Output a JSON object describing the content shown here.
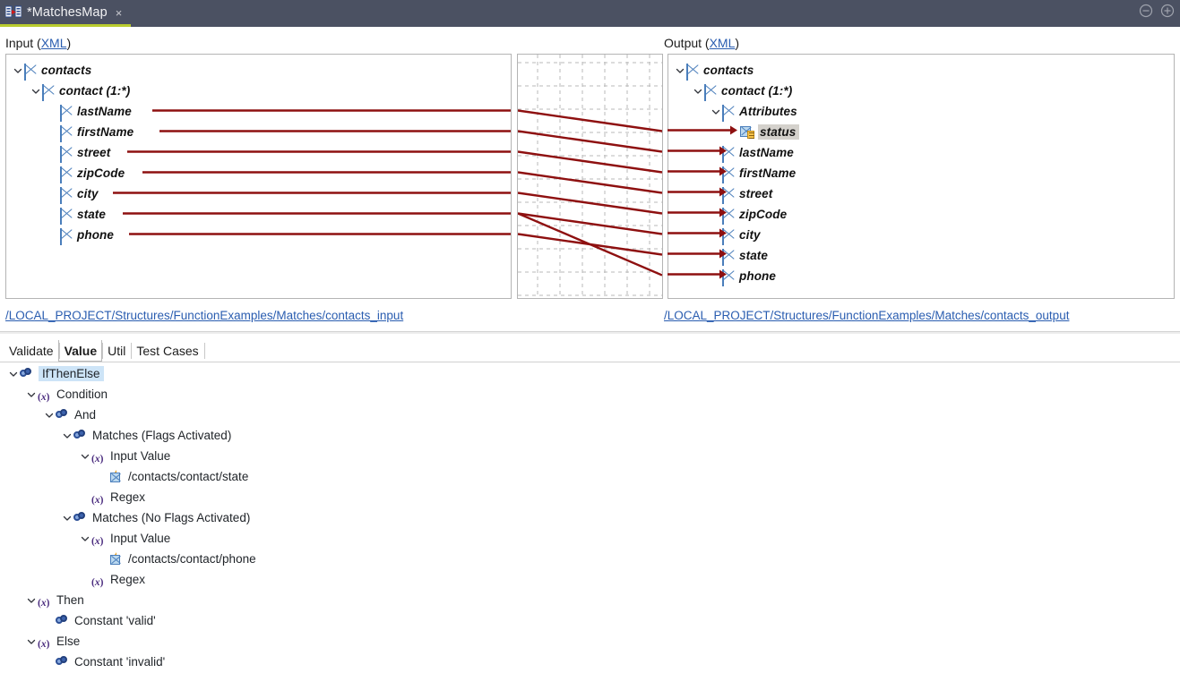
{
  "window": {
    "tab_title": "*MatchesMap",
    "tab_icon": "mapping-icon",
    "close_glyph": "×",
    "minimize_name": "minimize-icon",
    "maximize_name": "maximize-icon",
    "accent_color": "#b9cc2e",
    "titlebar_color": "#4b5162"
  },
  "input_panel": {
    "label_prefix": "Input (",
    "label_link": "XML",
    "label_suffix": ")",
    "file_link": "/LOCAL_PROJECT/Structures/FunctionExamples/Matches/contacts_input",
    "nodes": [
      {
        "label": "contacts",
        "indent": 0,
        "twisty": true,
        "icon": "element-icon",
        "selected": false
      },
      {
        "label": "contact (1:*)",
        "indent": 1,
        "twisty": true,
        "icon": "element-icon",
        "selected": false
      },
      {
        "label": "lastName",
        "indent": 2,
        "twisty": false,
        "icon": "element-icon",
        "selected": false
      },
      {
        "label": "firstName",
        "indent": 2,
        "twisty": false,
        "icon": "element-icon",
        "selected": false
      },
      {
        "label": "street",
        "indent": 2,
        "twisty": false,
        "icon": "element-icon",
        "selected": false
      },
      {
        "label": "zipCode",
        "indent": 2,
        "twisty": false,
        "icon": "element-icon",
        "selected": false
      },
      {
        "label": "city",
        "indent": 2,
        "twisty": false,
        "icon": "element-icon",
        "selected": false
      },
      {
        "label": "state",
        "indent": 2,
        "twisty": false,
        "icon": "element-icon",
        "selected": false
      },
      {
        "label": "phone",
        "indent": 2,
        "twisty": false,
        "icon": "element-icon",
        "selected": false
      }
    ]
  },
  "output_panel": {
    "label_prefix": "Output (",
    "label_link": "XML",
    "label_suffix": ")",
    "file_link": "/LOCAL_PROJECT/Structures/FunctionExamples/Matches/contacts_output",
    "nodes": [
      {
        "label": "contacts",
        "indent": 0,
        "twisty": true,
        "icon": "element-icon",
        "selected": false
      },
      {
        "label": "contact (1:*)",
        "indent": 1,
        "twisty": true,
        "icon": "element-icon",
        "selected": false
      },
      {
        "label": "Attributes",
        "indent": 2,
        "twisty": true,
        "icon": "element-icon",
        "selected": false
      },
      {
        "label": "status",
        "indent": 3,
        "twisty": false,
        "icon": "attribute-icon",
        "selected": true
      },
      {
        "label": "lastName",
        "indent": 2,
        "twisty": false,
        "icon": "element-icon",
        "selected": false
      },
      {
        "label": "firstName",
        "indent": 2,
        "twisty": false,
        "icon": "element-icon",
        "selected": false
      },
      {
        "label": "street",
        "indent": 2,
        "twisty": false,
        "icon": "element-icon",
        "selected": false
      },
      {
        "label": "zipCode",
        "indent": 2,
        "twisty": false,
        "icon": "element-icon",
        "selected": false
      },
      {
        "label": "city",
        "indent": 2,
        "twisty": false,
        "icon": "element-icon",
        "selected": false
      },
      {
        "label": "state",
        "indent": 2,
        "twisty": false,
        "icon": "element-icon",
        "selected": false
      },
      {
        "label": "phone",
        "indent": 2,
        "twisty": false,
        "icon": "element-icon",
        "selected": false
      }
    ]
  },
  "mapping_canvas": {
    "line_color": "#8e1010",
    "grid_color": "#b8b8b8",
    "links": [
      {
        "from": "lastName",
        "to": "status",
        "from_row": 2,
        "to_row": 3
      },
      {
        "from": "firstName",
        "to": "lastName",
        "from_row": 3,
        "to_row": 4
      },
      {
        "from": "street",
        "to": "firstName",
        "from_row": 4,
        "to_row": 5
      },
      {
        "from": "zipCode",
        "to": "street",
        "from_row": 5,
        "to_row": 6
      },
      {
        "from": "city",
        "to": "zipCode",
        "from_row": 6,
        "to_row": 7
      },
      {
        "from": "state",
        "to": "city",
        "from_row": 7,
        "to_row": 8
      },
      {
        "from": "phone",
        "to": "state",
        "from_row": 8,
        "to_row": 9
      },
      {
        "from": "state",
        "to": "phone",
        "from_row": 7,
        "to_row": 10
      }
    ]
  },
  "bottom_tabs": {
    "items": [
      {
        "label": "Validate",
        "selected": false
      },
      {
        "label": "Value",
        "selected": true
      },
      {
        "label": "Util",
        "selected": false
      },
      {
        "label": "Test Cases",
        "selected": false
      }
    ]
  },
  "function_tree": {
    "nodes": [
      {
        "label": "IfThenElse",
        "indent": 0,
        "twisty": true,
        "icon": "function-icon",
        "selected": true
      },
      {
        "label": "Condition",
        "indent": 1,
        "twisty": true,
        "icon": "variable-icon",
        "selected": false
      },
      {
        "label": "And",
        "indent": 2,
        "twisty": true,
        "icon": "function-icon",
        "selected": false
      },
      {
        "label": "Matches (Flags Activated)",
        "indent": 3,
        "twisty": true,
        "icon": "function-icon",
        "selected": false
      },
      {
        "label": "Input Value",
        "indent": 4,
        "twisty": true,
        "icon": "variable-icon",
        "selected": false
      },
      {
        "label": "/contacts/contact/state",
        "indent": 5,
        "twisty": false,
        "icon": "xpath-icon",
        "selected": false
      },
      {
        "label": "Regex",
        "indent": 4,
        "twisty": false,
        "icon": "variable-icon",
        "selected": false
      },
      {
        "label": "Matches (No Flags Activated)",
        "indent": 3,
        "twisty": true,
        "icon": "function-icon",
        "selected": false
      },
      {
        "label": "Input Value",
        "indent": 4,
        "twisty": true,
        "icon": "variable-icon",
        "selected": false
      },
      {
        "label": "/contacts/contact/phone",
        "indent": 5,
        "twisty": false,
        "icon": "xpath-icon",
        "selected": false
      },
      {
        "label": "Regex",
        "indent": 4,
        "twisty": false,
        "icon": "variable-icon",
        "selected": false
      },
      {
        "label": "Then",
        "indent": 1,
        "twisty": true,
        "icon": "variable-icon",
        "selected": false
      },
      {
        "label": "Constant 'valid'",
        "indent": 2,
        "twisty": false,
        "icon": "function-icon",
        "selected": false
      },
      {
        "label": "Else",
        "indent": 1,
        "twisty": true,
        "icon": "variable-icon",
        "selected": false
      },
      {
        "label": "Constant 'invalid'",
        "indent": 2,
        "twisty": false,
        "icon": "function-icon",
        "selected": false
      }
    ]
  }
}
